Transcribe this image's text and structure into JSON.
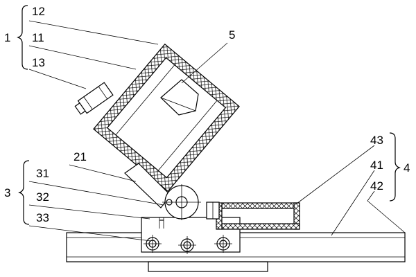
{
  "labels": {
    "l1": "1",
    "l12": "12",
    "l11": "11",
    "l13": "13",
    "l5": "5",
    "l21": "21",
    "l3": "3",
    "l31": "31",
    "l32": "32",
    "l33": "33",
    "l4": "4",
    "l43": "43",
    "l41": "41",
    "l42": "42"
  },
  "colors": {
    "line": "#000000",
    "background": "#ffffff"
  }
}
